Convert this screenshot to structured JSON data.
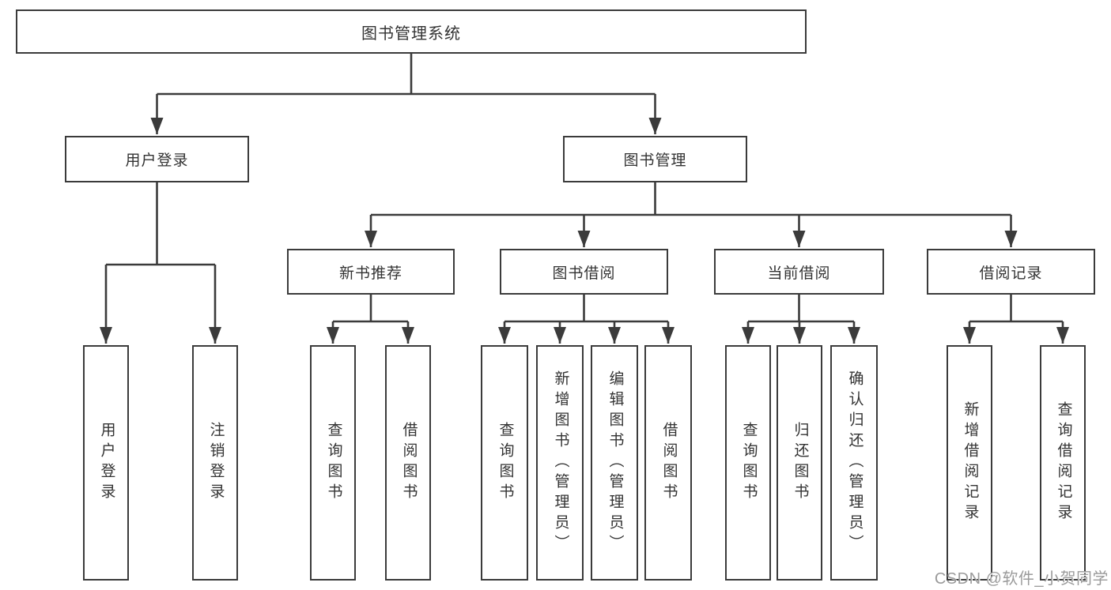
{
  "tree": {
    "root": "图书管理系统",
    "children": [
      {
        "label": "用户登录",
        "leaves": [
          "用户登录",
          "注销登录"
        ]
      },
      {
        "label": "图书管理",
        "children": [
          {
            "label": "新书推荐",
            "leaves": [
              "查询图书",
              "借阅图书"
            ]
          },
          {
            "label": "图书借阅",
            "leaves": [
              "查询图书",
              "新增图书（管理员）",
              "编辑图书（管理员）",
              "借阅图书"
            ]
          },
          {
            "label": "当前借阅",
            "leaves": [
              "查询图书",
              "归还图书",
              "确认归还（管理员）"
            ]
          },
          {
            "label": "借阅记录",
            "leaves": [
              "新增借阅记录",
              "查询借阅记录"
            ]
          }
        ]
      }
    ]
  },
  "watermark": "CSDN @软件_小贺同学",
  "colors": {
    "line": "#3b3b3b",
    "text": "#333333",
    "watermark": "#9b9b9b",
    "background": "#ffffff"
  }
}
